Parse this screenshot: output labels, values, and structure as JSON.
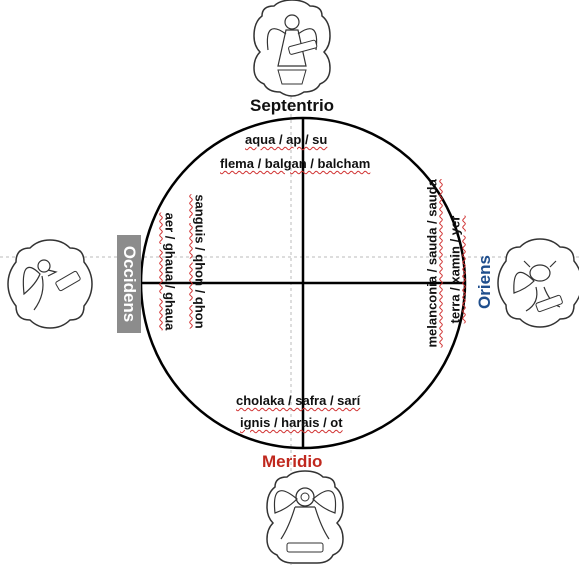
{
  "directions": {
    "north": "Septentrio",
    "south": "Meridio",
    "east": "Oriens",
    "west": "Occidens"
  },
  "quadrant_terms": {
    "north": [
      "aqua / ap / su",
      "flema / balgan / balcham"
    ],
    "south": [
      "cholaka / safra / sarí",
      "ignis / harais / ot"
    ],
    "west": [
      "sanguis / qhon / qhon",
      "aer / ghaua / ghaua"
    ],
    "east": [
      "melanconia / sauda / sauda",
      "terra / xamin / yer"
    ]
  },
  "emblems": {
    "north": "angel-emblem-icon",
    "east": "winged-ox-emblem-icon",
    "south": "winged-lion-emblem-icon",
    "west": "eagle-emblem-icon"
  },
  "colors": {
    "north_label": "#111111",
    "south_label": "#c0281e",
    "east_label": "#1f4e8c",
    "west_label_bg": "#8c8c8c"
  }
}
